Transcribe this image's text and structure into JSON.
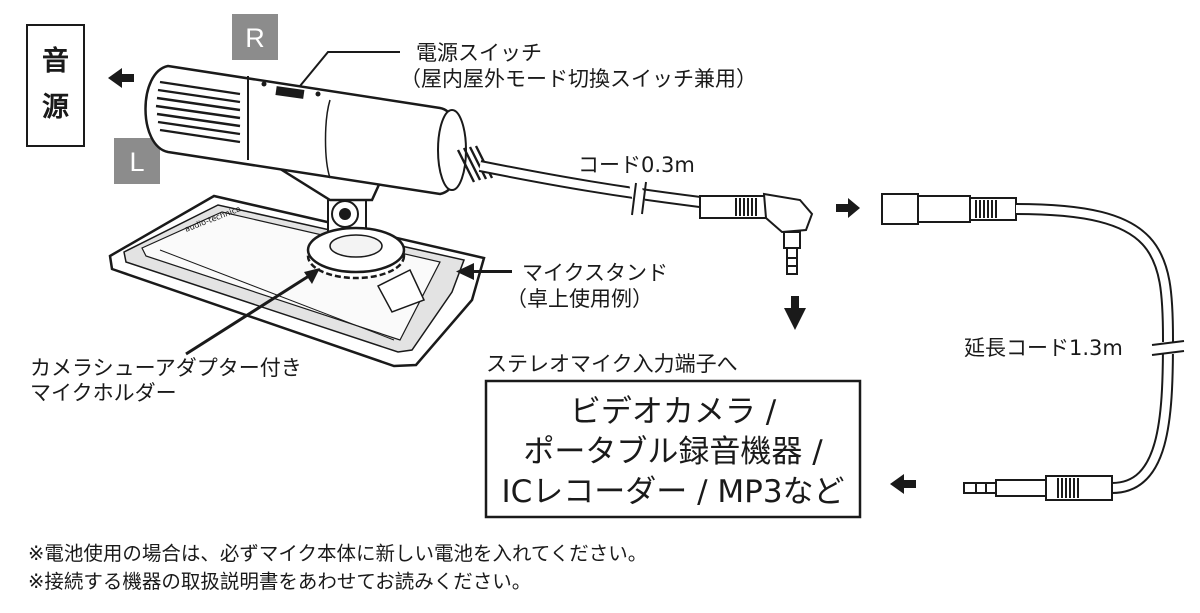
{
  "sound_source": [
    "音",
    "源"
  ],
  "channel_r": "R",
  "channel_l": "L",
  "labels": {
    "power_switch": "電源スイッチ",
    "power_switch_note": "（屋内屋外モード切換スイッチ兼用）",
    "cord": "コード0.3m",
    "mic_stand": "マイクスタンド",
    "mic_stand_note": "（卓上使用例）",
    "holder_1": "カメラシューアダプター付き",
    "holder_2": "マイクホルダー",
    "extension_cord": "延長コード1.3m",
    "destination": "ステレオマイク入力端子へ"
  },
  "devices": [
    "ビデオカメラ /",
    "ポータブル録音機器 /",
    "ICレコーダー / MP3など"
  ],
  "notes": [
    "※電池使用の場合は、必ずマイク本体に新しい電池を入れてください。",
    "※接続する機器の取扱説明書をあわせてお読みください。"
  ],
  "colors": {
    "ink": "#1a1a1a",
    "tag_gray": "#8c8c8c",
    "paper": "#ffffff"
  }
}
